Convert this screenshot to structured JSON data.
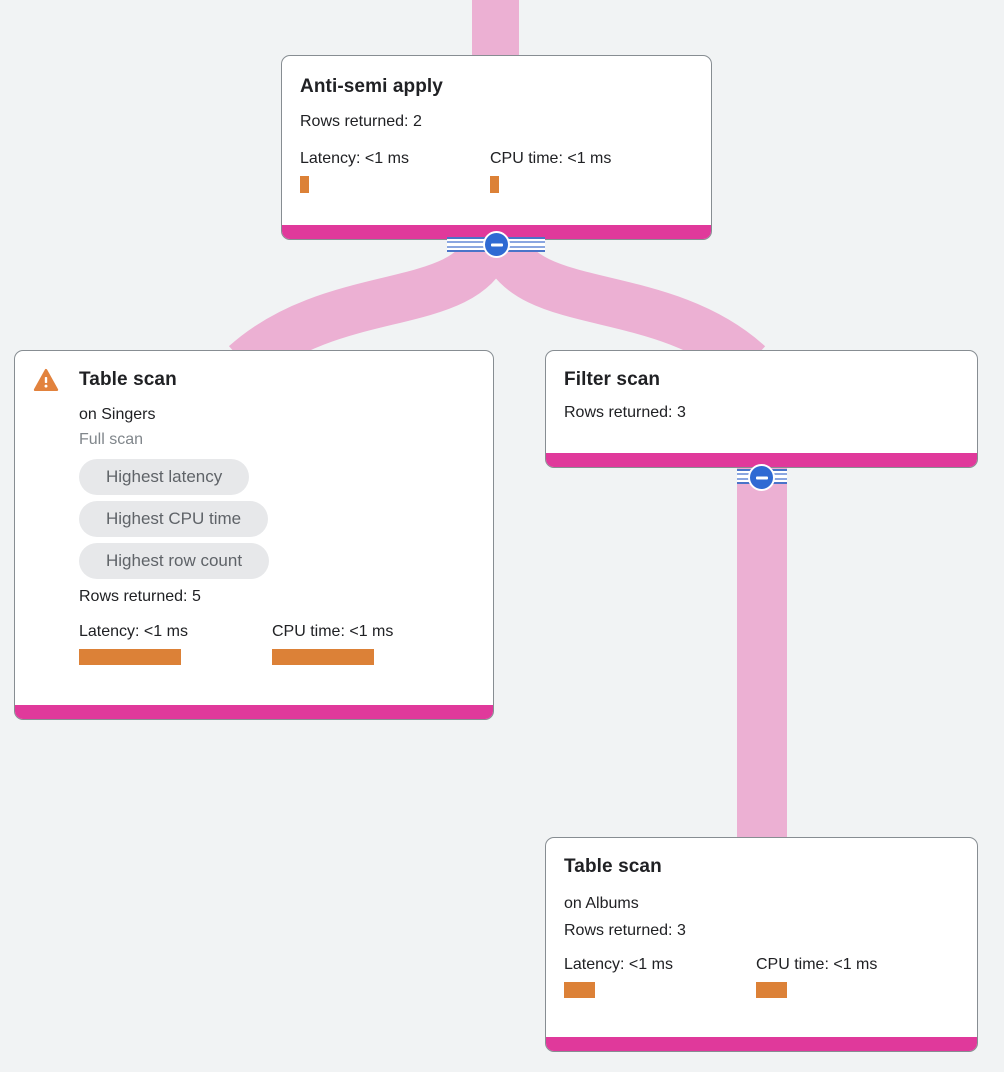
{
  "diagram": {
    "kind": "query-execution-plan-tree",
    "colors": {
      "background": "#F1F3F4",
      "edge_pink": "#ECB0D3",
      "node_accent_magenta": "#E0399B",
      "metric_bar_orange": "#DC8137",
      "collapse_button_blue": "#2F6AD3",
      "warning_orange": "#E2823D",
      "chip_bg": "#E7E8EA",
      "chip_text": "#5F6368"
    },
    "nodes": {
      "root": {
        "title": "Anti-semi apply",
        "rows_returned": "Rows returned: 2",
        "latency_label": "Latency: <1 ms",
        "cpu_label": "CPU time: <1 ms"
      },
      "table_scan_singers": {
        "title": "Table scan",
        "target": "on Singers",
        "scan_type": "Full scan",
        "badges": [
          "Highest latency",
          "Highest CPU time",
          "Highest row count"
        ],
        "rows_returned": "Rows returned: 5",
        "latency_label": "Latency: <1 ms",
        "cpu_label": "CPU time: <1 ms"
      },
      "filter_scan": {
        "title": "Filter scan",
        "rows_returned": "Rows returned: 3"
      },
      "table_scan_albums": {
        "title": "Table scan",
        "target": "on Albums",
        "rows_returned": "Rows returned: 3",
        "latency_label": "Latency: <1 ms",
        "cpu_label": "CPU time: <1 ms"
      }
    }
  }
}
